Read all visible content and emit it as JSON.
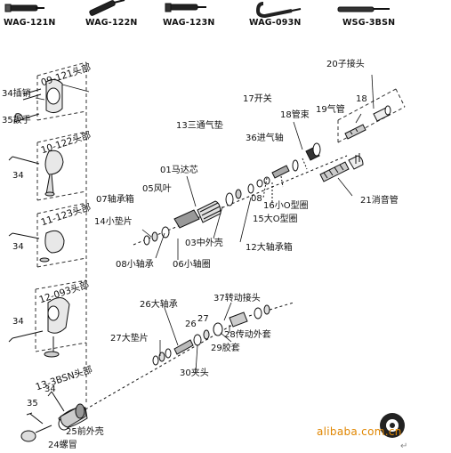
{
  "models": [
    {
      "id": "wag121",
      "label": "WAG-121N"
    },
    {
      "id": "wag122",
      "label": "WAG-122N"
    },
    {
      "id": "wag123",
      "label": "WAG-123N"
    },
    {
      "id": "wag093",
      "label": "WAG-093N"
    },
    {
      "id": "wsg3bsn",
      "label": "WSG-3BSN"
    }
  ],
  "heads": [
    {
      "id": "h09121",
      "label": "09-121头部"
    },
    {
      "id": "h10122",
      "label": "10-122头部"
    },
    {
      "id": "h11123",
      "label": "11-123头部"
    },
    {
      "id": "h12093",
      "label": "12-093头部"
    },
    {
      "id": "h133bsn",
      "label": "13-3BSN头部"
    }
  ],
  "parts": [
    {
      "id": "p34a",
      "label": "34插销"
    },
    {
      "id": "p35a",
      "label": "35扳手"
    },
    {
      "id": "p34b",
      "label": "34"
    },
    {
      "id": "p34c",
      "label": "34"
    },
    {
      "id": "p34d",
      "label": "34"
    },
    {
      "id": "p34e",
      "label": "34"
    },
    {
      "id": "p35b",
      "label": "35"
    },
    {
      "id": "p20",
      "label": "20子接头"
    },
    {
      "id": "p18",
      "label": "18"
    },
    {
      "id": "p19",
      "label": "19气管"
    },
    {
      "id": "p17",
      "label": "17开关"
    },
    {
      "id": "p18b",
      "label": "18管束"
    },
    {
      "id": "p13",
      "label": "13三通气垫"
    },
    {
      "id": "p36",
      "label": "36进气轴"
    },
    {
      "id": "p01",
      "label": "01马达芯"
    },
    {
      "id": "p05",
      "label": "05风叶"
    },
    {
      "id": "p07",
      "label": "07轴承箱"
    },
    {
      "id": "p08a",
      "label": "08"
    },
    {
      "id": "p16",
      "label": "16小O型圈"
    },
    {
      "id": "p15",
      "label": "15大O型圈"
    },
    {
      "id": "p21",
      "label": "21消音管"
    },
    {
      "id": "p14",
      "label": "14小垫片"
    },
    {
      "id": "p03",
      "label": "03中外壳"
    },
    {
      "id": "p12",
      "label": "12大轴承箱"
    },
    {
      "id": "p08b",
      "label": "08小轴承"
    },
    {
      "id": "p06",
      "label": "06小轴圈"
    },
    {
      "id": "p37",
      "label": "37转动接头"
    },
    {
      "id": "p26",
      "label": "26大轴承"
    },
    {
      "id": "p26b",
      "label": "26"
    },
    {
      "id": "p27",
      "label": "27"
    },
    {
      "id": "p28",
      "label": "28传动外套"
    },
    {
      "id": "p27b",
      "label": "27大垫片"
    },
    {
      "id": "p29",
      "label": "29胶套"
    },
    {
      "id": "p30",
      "label": "30夹头"
    },
    {
      "id": "p25",
      "label": "25前外壳"
    },
    {
      "id": "p24",
      "label": "24螺冒"
    }
  ],
  "watermark": {
    "text": "alibaba.com.cn",
    "cursor": "↵"
  }
}
